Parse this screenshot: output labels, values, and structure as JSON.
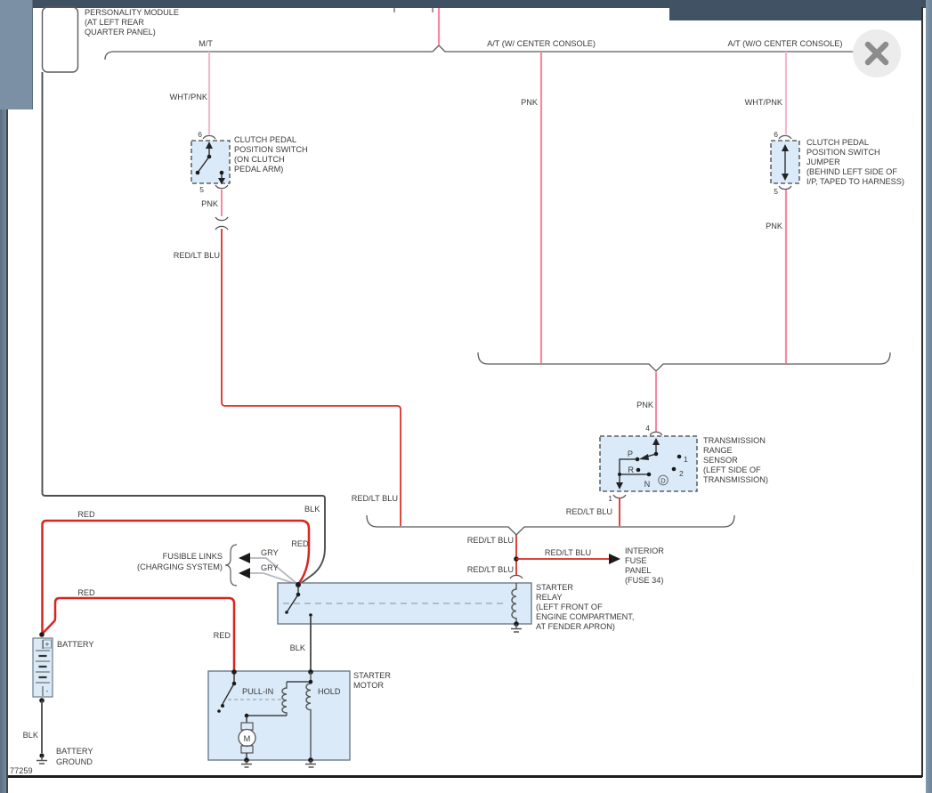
{
  "page": {
    "diagram_number": "77259"
  },
  "labels": {
    "mt": "M/T",
    "at_console": "A/T (W/ CENTER CONSOLE)",
    "at_no_console": "A/T (W/O CENTER CONSOLE)",
    "wht_pnk": "WHT/PNK",
    "pnk": "PNK",
    "red_lt_blu": "RED/LT BLU",
    "red": "RED",
    "blk": "BLK",
    "gry": "GRY"
  },
  "components": {
    "personality_module": {
      "lines": [
        "PERSONALITY MODULE",
        "(AT LEFT REAR",
        "QUARTER PANEL)"
      ]
    },
    "clutch_switch": {
      "lines": [
        "CLUTCH PEDAL",
        "POSITION SWITCH",
        "(ON CLUTCH",
        "PEDAL ARM)"
      ],
      "pin_top": "6",
      "pin_bottom": "5"
    },
    "clutch_jumper": {
      "lines": [
        "CLUTCH PEDAL",
        "POSITION SWITCH",
        "JUMPER",
        "(BEHIND LEFT SIDE OF",
        "I/P, TAPED TO HARNESS)"
      ],
      "pin_top": "6",
      "pin_bottom": "5"
    },
    "trans_range_sensor": {
      "lines": [
        "TRANSMISSION",
        "RANGE",
        "SENSOR",
        "(LEFT SIDE OF",
        "TRANSMISSION)"
      ],
      "pin_top": "4",
      "pin_bottom": "1",
      "pos_p": "P",
      "pos_r": "R",
      "pos_n": "N",
      "pos_d": "D",
      "pos_1": "1",
      "pos_2": "2"
    },
    "interior_fuse_panel": {
      "lines": [
        "INTERIOR",
        "FUSE",
        "PANEL",
        "(FUSE 34)"
      ]
    },
    "starter_relay": {
      "lines": [
        "STARTER",
        "RELAY",
        "(LEFT FRONT OF",
        "ENGINE COMPARTMENT,",
        "AT FENDER APRON)"
      ]
    },
    "fusible_links": {
      "lines": [
        "FUSIBLE LINKS",
        "(CHARGING SYSTEM)"
      ]
    },
    "starter_motor": {
      "lines": [
        "STARTER",
        "MOTOR"
      ],
      "pull_in": "PULL-IN",
      "hold": "HOLD",
      "motor": "M"
    },
    "battery": {
      "label": "BATTERY",
      "plus": "+",
      "minus": "-",
      "ground_lines": [
        "BATTERY",
        "GROUND"
      ]
    }
  }
}
